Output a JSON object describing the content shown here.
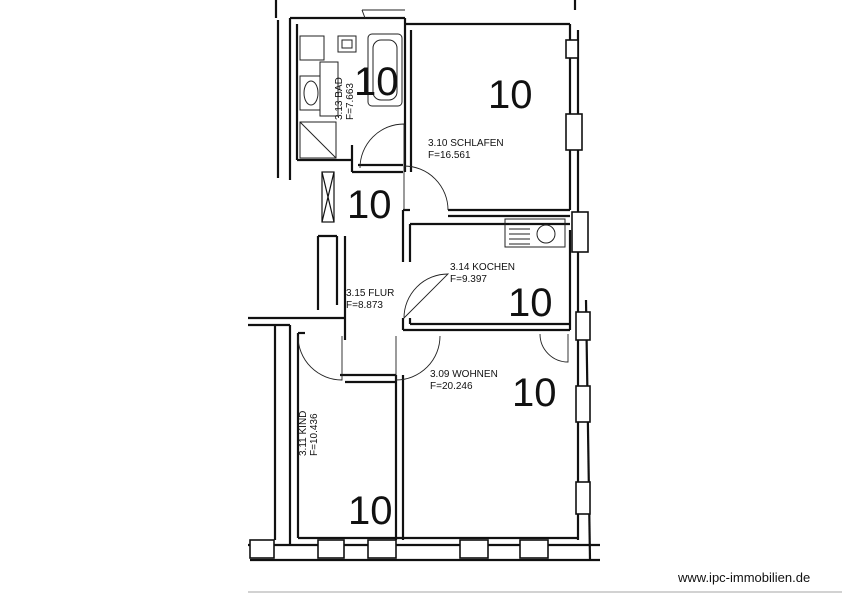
{
  "plan": {
    "rooms": [
      {
        "id": "schlafen",
        "name": "3.10 SCHLAFEN",
        "area": "F=16.561",
        "marker": "10"
      },
      {
        "id": "bad",
        "name": "3.13 BAD",
        "area": "F=7.663",
        "marker": "10"
      },
      {
        "id": "flur",
        "name": "3.15 FLUR",
        "area": "F=8.873",
        "marker": "10"
      },
      {
        "id": "kochen",
        "name": "3.14 KOCHEN",
        "area": "F=9.397",
        "marker": "10"
      },
      {
        "id": "wohnen",
        "name": "3.09 WOHNEN",
        "area": "F=20.246",
        "marker": "10"
      },
      {
        "id": "kind",
        "name": "3.11 KIND",
        "area": "F=10.436",
        "marker": "10"
      }
    ]
  },
  "footer": {
    "website": "www.ipc-immobilien.de"
  }
}
